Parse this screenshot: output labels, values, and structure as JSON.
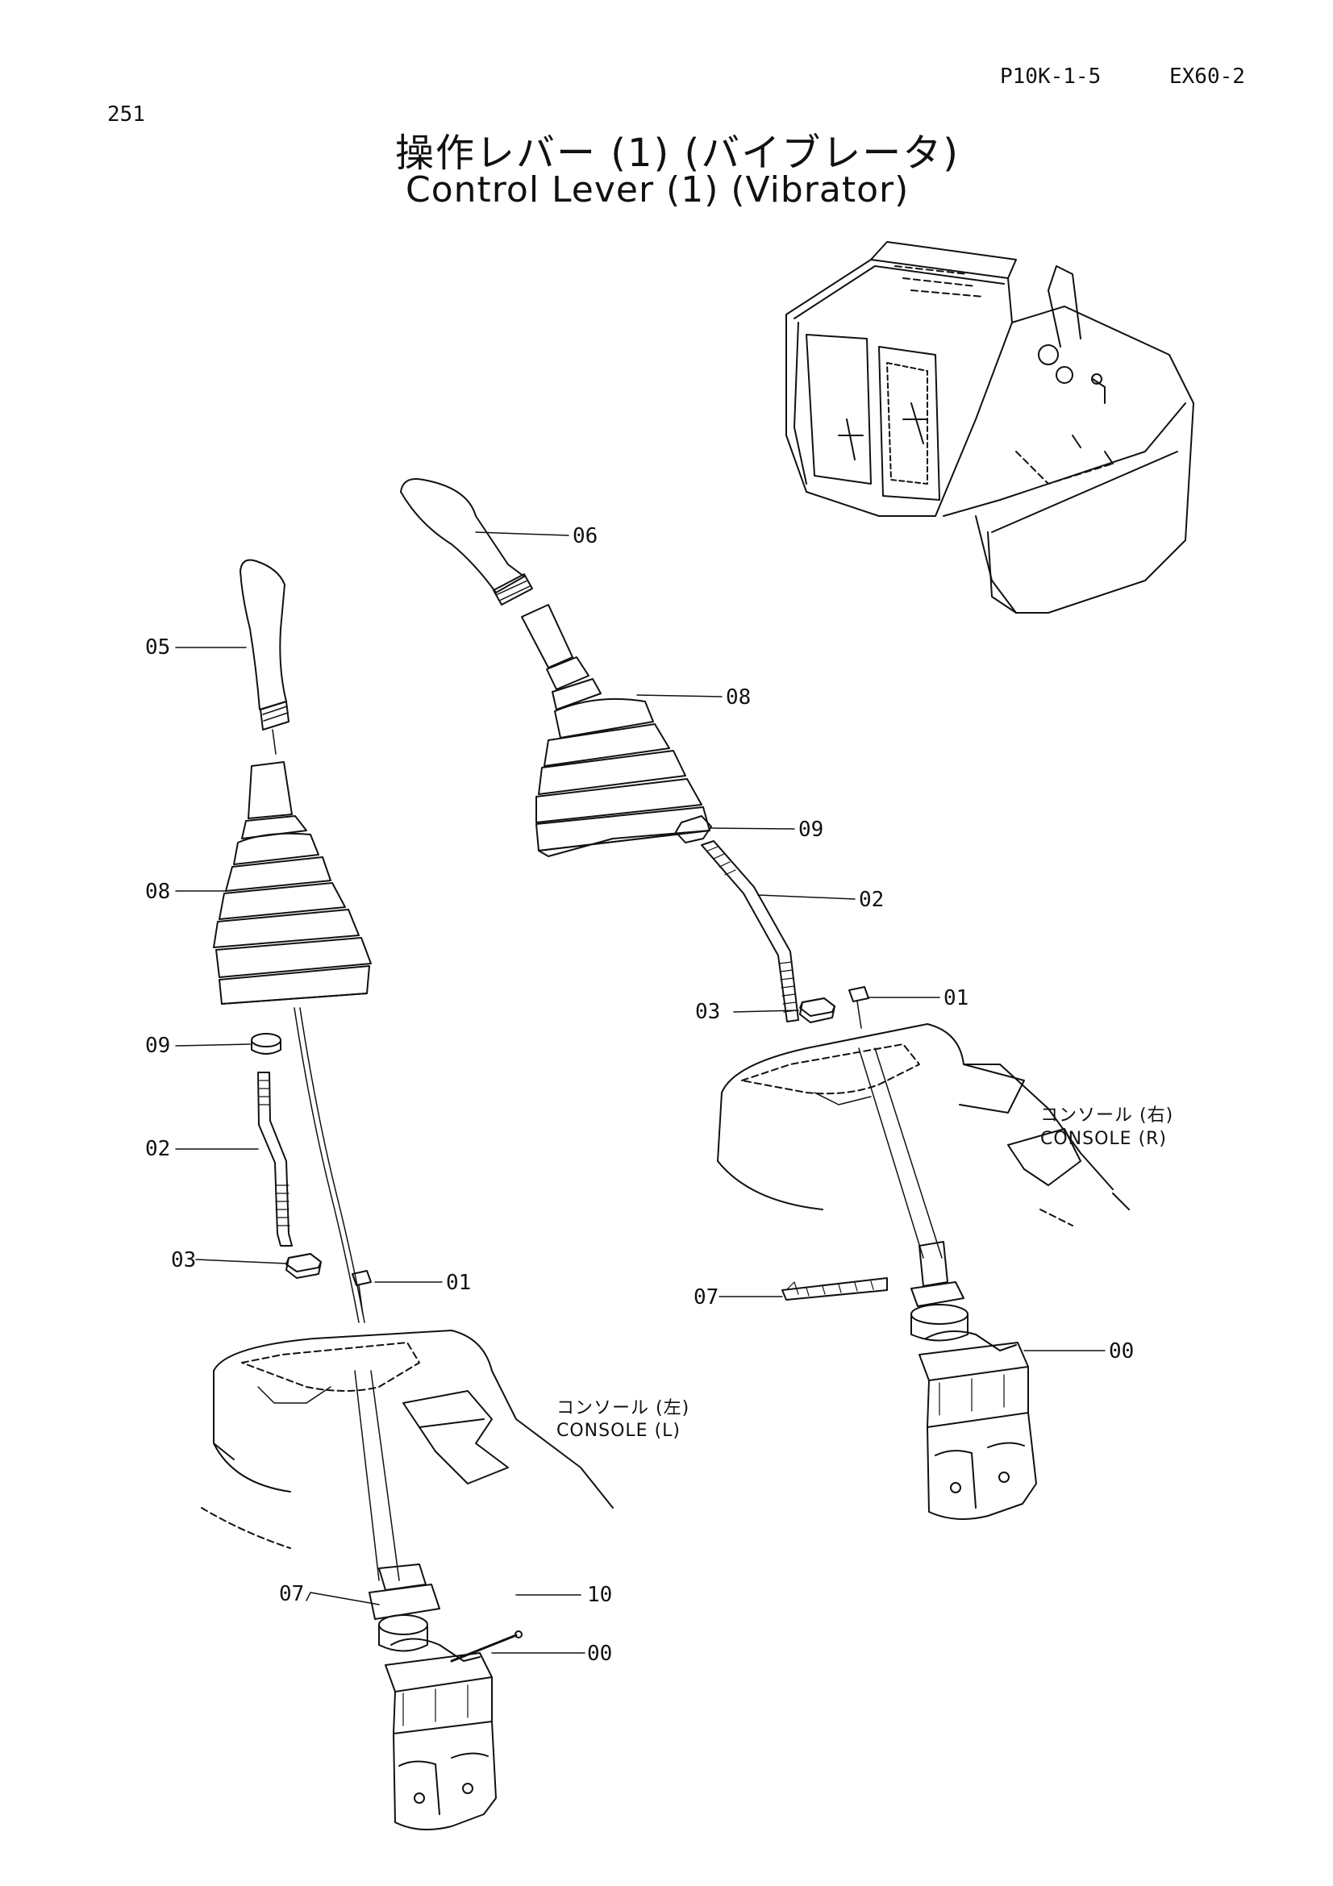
{
  "header": {
    "page_number": "251",
    "section_code": "P10K-1-5",
    "model_code": "EX60-2"
  },
  "title": {
    "japanese": "操作レバー (1) (バイブレータ)",
    "english": "Control Lever (1) (Vibrator)"
  },
  "parts_left": {
    "knob": "05",
    "boot": "08",
    "nut_top": "09",
    "lever": "02",
    "nut": "03",
    "bolt": "01",
    "clamp": "07",
    "pipe": "10",
    "valve": "00"
  },
  "parts_right": {
    "knob": "06",
    "boot": "08",
    "nut_top": "09",
    "lever": "02",
    "nut": "03",
    "bolt": "01",
    "clamp": "07",
    "valve": "00"
  },
  "console_left": {
    "japanese": "コンソール (左)",
    "english": "CONSOLE (L)"
  },
  "console_right": {
    "japanese": "コンソール (右)",
    "english": "CONSOLE (R)"
  }
}
